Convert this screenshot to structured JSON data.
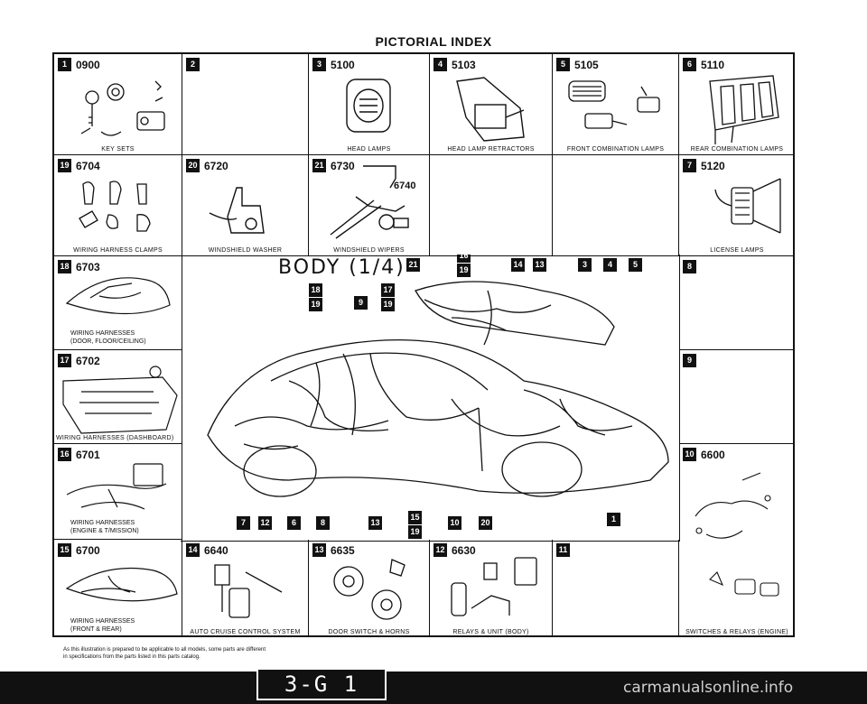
{
  "page_title": "PICTORIAL INDEX",
  "cells": [
    {
      "num": "1",
      "code": "0900",
      "caption": "KEY SETS"
    },
    {
      "num": "2",
      "code": "",
      "caption": ""
    },
    {
      "num": "3",
      "code": "5100",
      "caption": "HEAD LAMPS"
    },
    {
      "num": "4",
      "code": "5103",
      "caption": "HEAD LAMP RETRACTORS"
    },
    {
      "num": "5",
      "code": "5105",
      "caption": "FRONT COMBINATION LAMPS"
    },
    {
      "num": "6",
      "code": "5110",
      "caption": "REAR COMBINATION LAMPS"
    },
    {
      "num": "19",
      "code": "6704",
      "caption": "WIRING HARNESS CLAMPS"
    },
    {
      "num": "20",
      "code": "6720",
      "caption": "WINDSHIELD WASHER"
    },
    {
      "num": "21",
      "code": "6730",
      "sub": "6740",
      "caption": "WINDSHIELD WIPERS"
    },
    {
      "num": "7",
      "code": "5120",
      "caption": "LICENSE LAMPS"
    },
    {
      "num": "18",
      "code": "6703",
      "caption": "WIRING HARNESSES\n(DOOR, FLOOR/CEILING)"
    },
    {
      "num": "17",
      "code": "6702",
      "caption": "WIRING HARNESSES (DASHBOARD)"
    },
    {
      "num": "16",
      "code": "6701",
      "caption": "WIRING HARNESSES\n(ENGINE & T/MISSION)"
    },
    {
      "num": "15",
      "code": "6700",
      "caption": "WIRING HARNESSES\n(FRONT & REAR)"
    },
    {
      "num": "14",
      "code": "6640",
      "caption": "AUTO CRUISE CONTROL SYSTEM"
    },
    {
      "num": "13",
      "code": "6635",
      "caption": "DOOR SWITCH & HORNS"
    },
    {
      "num": "12",
      "code": "6630",
      "caption": "RELAYS & UNIT (BODY)"
    },
    {
      "num": "11",
      "code": "",
      "caption": ""
    },
    {
      "num": "8",
      "code": "",
      "caption": ""
    },
    {
      "num": "9",
      "code": "",
      "caption": ""
    },
    {
      "num": "10",
      "code": "6600",
      "caption": "SWITCHES & RELAYS (ENGINE)"
    }
  ],
  "center": {
    "title": "BODY (1/4)",
    "callouts": [
      "21",
      "16",
      "19",
      "14",
      "13",
      "3",
      "4",
      "5",
      "18",
      "19",
      "9",
      "17",
      "19",
      "7",
      "12",
      "6",
      "8",
      "13",
      "15",
      "19",
      "10",
      "20",
      "1"
    ]
  },
  "footnote": "As this illustration is prepared to be applicable to all models, some parts are different\nin specifications from the parts listed in this parts catalog.",
  "page_number": "3-G 1",
  "watermark": "carmanualsonline.info"
}
